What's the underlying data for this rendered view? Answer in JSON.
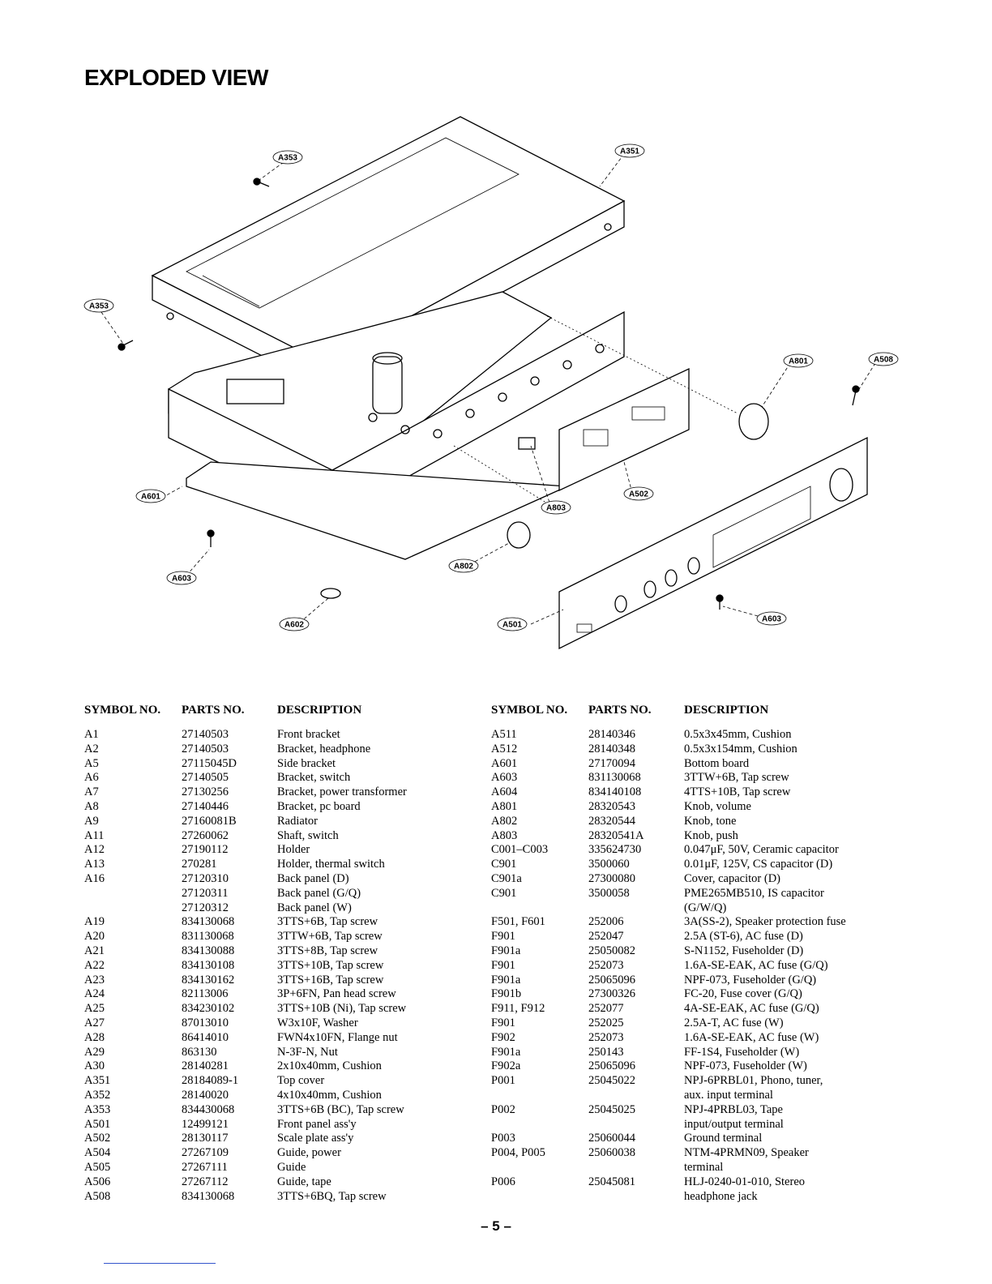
{
  "title": "EXPLODED VIEW",
  "callouts": {
    "c1": "A353",
    "c2": "A351",
    "c3": "A353",
    "c4": "A801",
    "c5": "A508",
    "c6": "A601",
    "c7": "A502",
    "c8": "A803",
    "c9": "A603",
    "c10": "A802",
    "c11": "A602",
    "c12": "A501",
    "c13": "A603"
  },
  "table_headers": {
    "symbol": "SYMBOL NO.",
    "parts": "PARTS NO.",
    "description": "DESCRIPTION"
  },
  "left_rows": [
    [
      "A1",
      "27140503",
      "Front bracket"
    ],
    [
      "A2",
      "27140503",
      "Bracket, headphone"
    ],
    [
      "A5",
      "27115045D",
      "Side bracket"
    ],
    [
      "A6",
      "27140505",
      "Bracket, switch"
    ],
    [
      "A7",
      "27130256",
      "Bracket, power transformer"
    ],
    [
      "A8",
      "27140446",
      "Bracket, pc board"
    ],
    [
      "A9",
      "27160081B",
      "Radiator"
    ],
    [
      "A11",
      "27260062",
      "Shaft, switch"
    ],
    [
      "A12",
      "27190112",
      "Holder"
    ],
    [
      "A13",
      "270281",
      "Holder, thermal switch"
    ],
    [
      "A16",
      "27120310",
      "Back panel (D)"
    ],
    [
      "",
      "27120311",
      "Back panel (G/Q)"
    ],
    [
      "",
      "27120312",
      "Back panel (W)"
    ],
    [
      "A19",
      "834130068",
      "3TTS+6B, Tap screw"
    ],
    [
      "A20",
      "831130068",
      "3TTW+6B, Tap screw"
    ],
    [
      "A21",
      "834130088",
      "3TTS+8B, Tap screw"
    ],
    [
      "A22",
      "834130108",
      "3TTS+10B, Tap screw"
    ],
    [
      "A23",
      "834130162",
      "3TTS+16B, Tap screw"
    ],
    [
      "A24",
      "82113006",
      "3P+6FN, Pan head screw"
    ],
    [
      "A25",
      "834230102",
      "3TTS+10B (Ni), Tap screw"
    ],
    [
      "A27",
      "87013010",
      "W3x10F, Washer"
    ],
    [
      "A28",
      "86414010",
      "FWN4x10FN, Flange nut"
    ],
    [
      "A29",
      "863130",
      "N-3F-N, Nut"
    ],
    [
      "A30",
      "28140281",
      "2x10x40mm, Cushion"
    ],
    [
      "A351",
      "28184089-1",
      "Top cover"
    ],
    [
      "A352",
      "28140020",
      "4x10x40mm, Cushion"
    ],
    [
      "A353",
      "834430068",
      "3TTS+6B (BC), Tap screw"
    ],
    [
      "A501",
      "12499121",
      "Front panel ass'y"
    ],
    [
      "A502",
      "28130117",
      "Scale plate ass'y"
    ],
    [
      "A504",
      "27267109",
      "Guide, power"
    ],
    [
      "A505",
      "27267111",
      "Guide"
    ],
    [
      "A506",
      "27267112",
      "Guide, tape"
    ],
    [
      "A508",
      "834130068",
      "3TTS+6BQ, Tap screw"
    ]
  ],
  "right_rows": [
    [
      "A511",
      "28140346",
      "0.5x3x45mm, Cushion"
    ],
    [
      "A512",
      "28140348",
      "0.5x3x154mm, Cushion"
    ],
    [
      "A601",
      "27170094",
      "Bottom board"
    ],
    [
      "A603",
      "831130068",
      "3TTW+6B, Tap screw"
    ],
    [
      "A604",
      "834140108",
      "4TTS+10B, Tap screw"
    ],
    [
      "A801",
      "28320543",
      "Knob, volume"
    ],
    [
      "A802",
      "28320544",
      "Knob, tone"
    ],
    [
      "A803",
      "28320541A",
      "Knob, push"
    ],
    [
      "C001–C003",
      "335624730",
      "0.047μF, 50V, Ceramic capacitor"
    ],
    [
      "C901",
      "3500060",
      "0.01μF, 125V, CS capacitor (D)"
    ],
    [
      "C901a",
      "27300080",
      "Cover, capacitor (D)"
    ],
    [
      "C901",
      "3500058",
      "PME265MB510, IS capacitor"
    ],
    [
      "",
      "",
      "(G/W/Q)"
    ],
    [
      "F501, F601",
      "252006",
      "3A(SS-2), Speaker protection fuse"
    ],
    [
      "F901",
      "252047",
      "2.5A (ST-6), AC fuse (D)"
    ],
    [
      "F901a",
      "25050082",
      "S-N1152, Fuseholder (D)"
    ],
    [
      "F901",
      "252073",
      "1.6A-SE-EAK, AC fuse (G/Q)"
    ],
    [
      "F901a",
      "25065096",
      "NPF-073, Fuseholder (G/Q)"
    ],
    [
      "F901b",
      "27300326",
      "FC-20, Fuse cover (G/Q)"
    ],
    [
      "F911, F912",
      "252077",
      "4A-SE-EAK, AC fuse (G/Q)"
    ],
    [
      "F901",
      "252025",
      "2.5A-T, AC fuse (W)"
    ],
    [
      "F902",
      "252073",
      "1.6A-SE-EAK, AC fuse (W)"
    ],
    [
      "F901a",
      "250143",
      "FF-1S4, Fuseholder (W)"
    ],
    [
      "F902a",
      "25065096",
      "NPF-073, Fuseholder (W)"
    ],
    [
      "P001",
      "25045022",
      "NPJ-6PRBL01, Phono, tuner,"
    ],
    [
      "",
      "",
      "aux. input terminal"
    ],
    [
      "P002",
      "25045025",
      "NPJ-4PRBL03, Tape"
    ],
    [
      "",
      "",
      "input/output terminal"
    ],
    [
      "P003",
      "25060044",
      "Ground terminal"
    ],
    [
      "P004, P005",
      "25060038",
      "NTM-4PRMN09, Speaker"
    ],
    [
      "",
      "",
      "terminal"
    ],
    [
      "P006",
      "25045081",
      "HLJ-0240-01-010, Stereo"
    ],
    [
      "",
      "",
      "headphone jack"
    ]
  ],
  "page_number": "– 5 –"
}
